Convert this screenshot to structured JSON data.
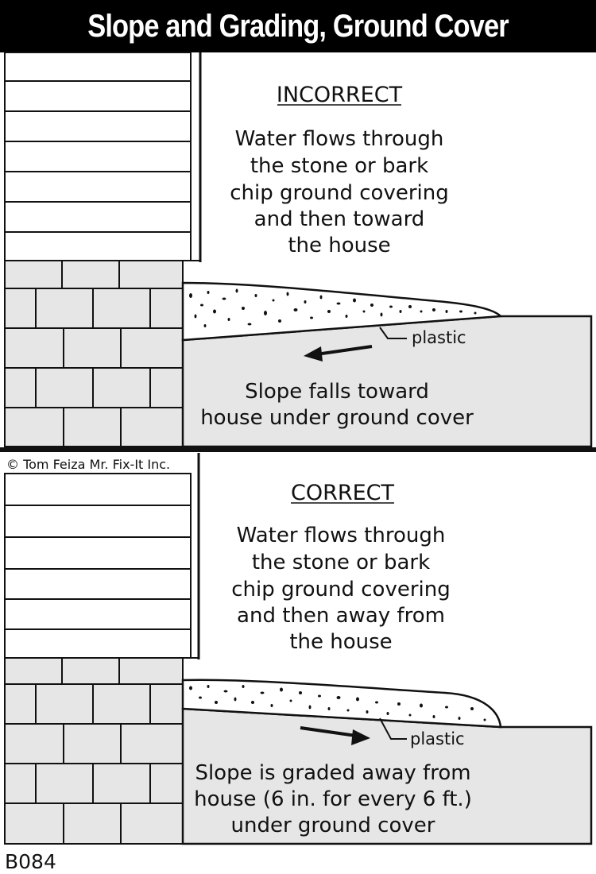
{
  "title": "Slope and Grading, Ground Cover",
  "credit": "© Tom Feiza Mr. Fix-It Inc.",
  "figure_code": "B084",
  "panels": [
    {
      "heading": "INCORRECT",
      "description": [
        "Water flows through",
        "the stone or bark",
        "chip ground covering",
        "and then toward",
        "the house"
      ],
      "plastic_label": "plastic",
      "slope_text": [
        "Slope falls toward",
        "house under ground cover"
      ],
      "arrow_direction": "toward-house"
    },
    {
      "heading": "CORRECT",
      "description": [
        "Water flows through",
        "the stone or bark",
        "chip ground covering",
        "and then away from",
        "the house"
      ],
      "plastic_label": "plastic",
      "slope_text": [
        "Slope is graded away from",
        "house (6 in. for every 6 ft.)",
        "under ground cover"
      ],
      "arrow_direction": "away-from-house"
    }
  ],
  "colors": {
    "ink": "#111111",
    "soil": "#e6e6e6",
    "background": "#ffffff",
    "title_bar": "#000000"
  }
}
